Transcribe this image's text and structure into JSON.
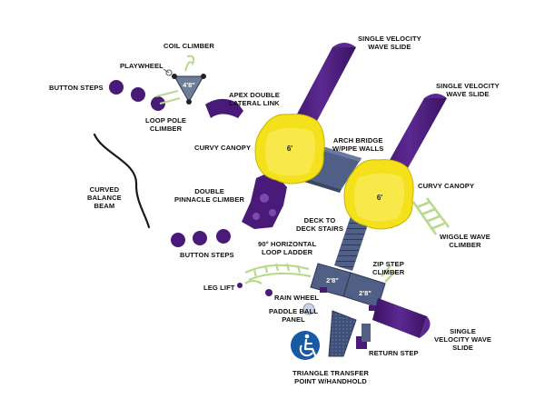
{
  "labels": {
    "coil_climber": "COIL CLIMBER",
    "playwheel": "PLAYWHEEL",
    "button_steps_top": "BUTTON STEPS",
    "loop_pole_climber": [
      "LOOP POLE",
      "CLIMBER"
    ],
    "apex_link": [
      "APEX DOUBLE",
      "LATERAL LINK"
    ],
    "slide_1": [
      "SINGLE VELOCITY",
      "WAVE SLIDE"
    ],
    "slide_2": [
      "SINGLE VELOCITY",
      "WAVE SLIDE"
    ],
    "curvy_canopy_left": "CURVY CANOPY",
    "arch_bridge": [
      "ARCH BRIDGE",
      "W/PIPE WALLS"
    ],
    "curvy_canopy_right": "CURVY CANOPY",
    "curved_balance_beam": [
      "CURVED",
      "BALANCE",
      "BEAM"
    ],
    "double_pinnacle": [
      "DOUBLE",
      "PINNACLE CLIMBER"
    ],
    "deck_to_deck": [
      "DECK TO",
      "DECK STAIRS"
    ],
    "wiggle_wave": [
      "WIGGLE WAVE",
      "CLIMBER"
    ],
    "button_steps_bottom": "BUTTON STEPS",
    "loop_ladder": [
      "90° HORIZONTAL",
      "LOOP LADDER"
    ],
    "zip_step": [
      "ZIP STEP",
      "CLIMBER"
    ],
    "leg_lift": "LEG LIFT",
    "rain_wheel": "RAIN WHEEL",
    "paddle_ball": [
      "PADDLE BALL",
      "PANEL"
    ],
    "slide_3": [
      "SINGLE",
      "VELOCITY WAVE",
      "SLIDE"
    ],
    "return_step": "RETURN STEP",
    "triangle_transfer": [
      "TRIANGLE TRANSFER",
      "POINT W/HANDHOLD"
    ]
  },
  "heights": {
    "triangle_deck": "4'8\"",
    "canopy_left": "6'",
    "canopy_right": "6'",
    "deck_a": "2'8\"",
    "deck_b": "2'8\""
  },
  "icons": {
    "accessibility": "wheelchair-accessibility-icon"
  },
  "colors": {
    "purple": "#4a1a78",
    "yellow": "#f5e01c",
    "deck_blue": "#4f5f85",
    "lime": "#c9e6a4",
    "access_blue": "#1a5aa3"
  }
}
